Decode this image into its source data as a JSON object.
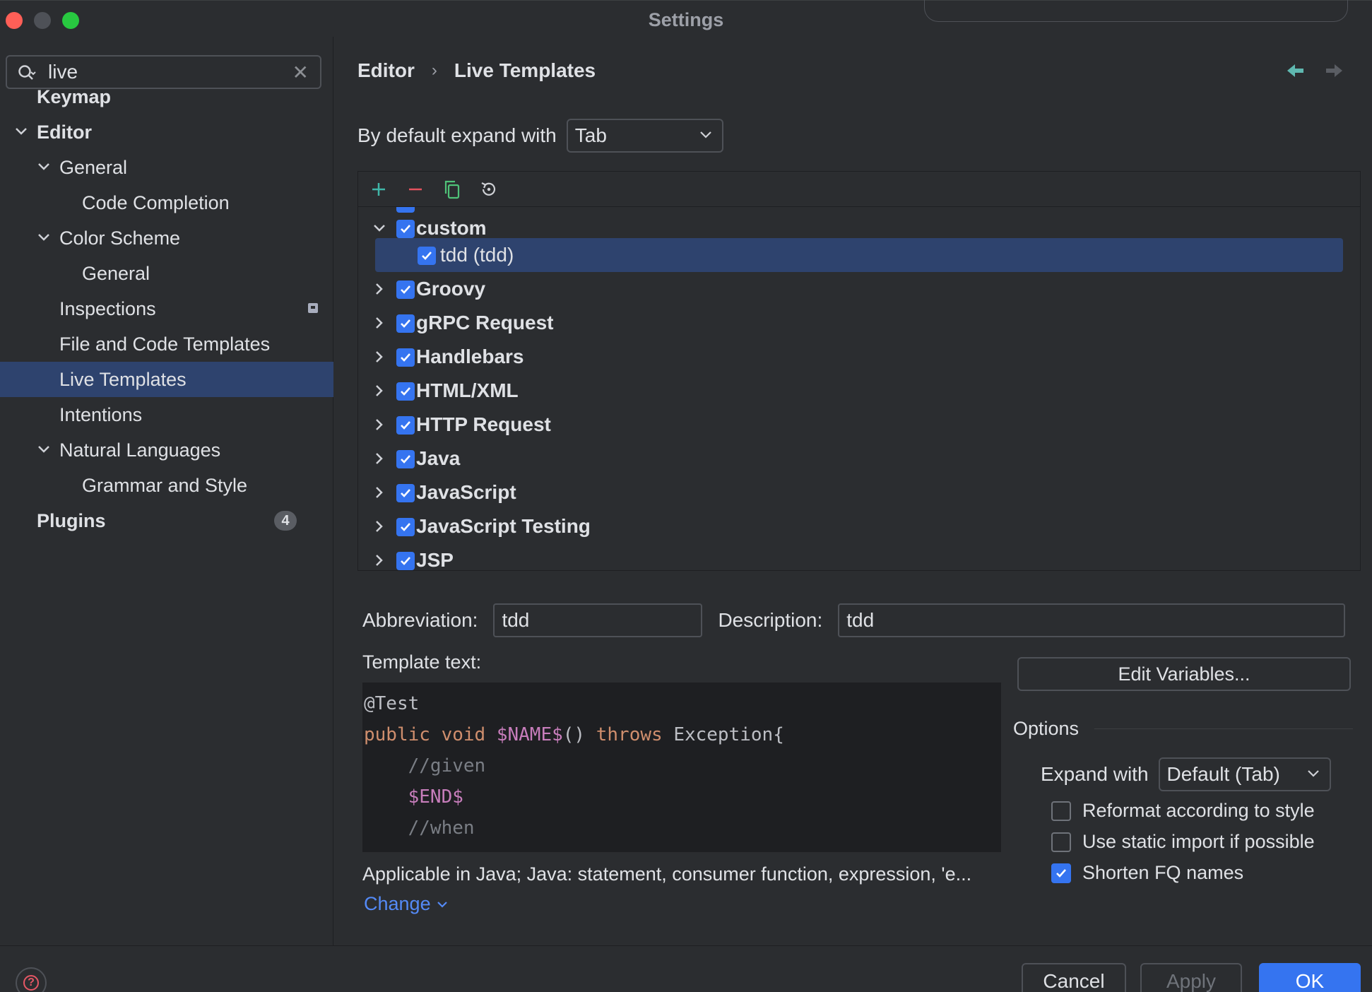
{
  "window": {
    "title": "Settings"
  },
  "search": {
    "value": "live",
    "clear_symbol": "✕"
  },
  "sidebar": {
    "items": [
      {
        "label": "Keymap"
      },
      {
        "label": "Editor"
      },
      {
        "label": "General"
      },
      {
        "label": "Code Completion"
      },
      {
        "label": "Color Scheme"
      },
      {
        "label": "General"
      },
      {
        "label": "Inspections"
      },
      {
        "label": "File and Code Templates"
      },
      {
        "label": "Live Templates"
      },
      {
        "label": "Intentions"
      },
      {
        "label": "Natural Languages"
      },
      {
        "label": "Grammar and Style"
      },
      {
        "label": "Plugins",
        "badge": "4"
      }
    ]
  },
  "breadcrumb": {
    "parent": "Editor",
    "sep": "›",
    "current": "Live Templates"
  },
  "nav": {
    "back_icon": "arrow-left-icon",
    "forward_icon": "arrow-right-icon"
  },
  "expand_default": {
    "label": "By default expand with",
    "value": "Tab"
  },
  "toolbar": {
    "icons": [
      "plus-icon",
      "minus-icon",
      "copy-icon",
      "restore-icon"
    ]
  },
  "tree": {
    "rows": [
      {
        "label": "custom",
        "checked": true,
        "expanded": true
      },
      {
        "label": "tdd (tdd)",
        "checked": true,
        "selected": true
      },
      {
        "label": "Groovy",
        "checked": true
      },
      {
        "label": "gRPC Request",
        "checked": true
      },
      {
        "label": "Handlebars",
        "checked": true
      },
      {
        "label": "HTML/XML",
        "checked": true
      },
      {
        "label": "HTTP Request",
        "checked": true
      },
      {
        "label": "Java",
        "checked": true
      },
      {
        "label": "JavaScript",
        "checked": true
      },
      {
        "label": "JavaScript Testing",
        "checked": true
      },
      {
        "label": "JSP",
        "checked": true
      }
    ]
  },
  "details": {
    "abbreviation_label": "Abbreviation:",
    "abbreviation_value": "tdd",
    "description_label": "Description:",
    "description_value": "tdd",
    "template_text_label": "Template text:",
    "code": {
      "line1": "@Test",
      "line2_kw1": "public void ",
      "line2_var": "$NAME$",
      "line2_paren": "() ",
      "line2_kw2": "throws ",
      "line2_rest": "Exception{",
      "line3": "    //given",
      "line4": "    $END$",
      "line5": "    //when"
    },
    "applicable": "Applicable in Java; Java: statement, consumer function, expression, 'e...",
    "change_link": "Change"
  },
  "options": {
    "edit_variables": "Edit Variables...",
    "title": "Options",
    "expand_with_label": "Expand with",
    "expand_with_value": "Default (Tab)",
    "checks": [
      {
        "label": "Reformat according to style",
        "checked": false
      },
      {
        "label": "Use static import if possible",
        "checked": false
      },
      {
        "label": "Shorten FQ names",
        "checked": true
      }
    ]
  },
  "footer": {
    "cancel": "Cancel",
    "apply": "Apply",
    "ok": "OK",
    "help": "?"
  },
  "colors": {
    "accent": "#3574f0",
    "selection": "#2e436e",
    "background": "#2b2d30"
  }
}
